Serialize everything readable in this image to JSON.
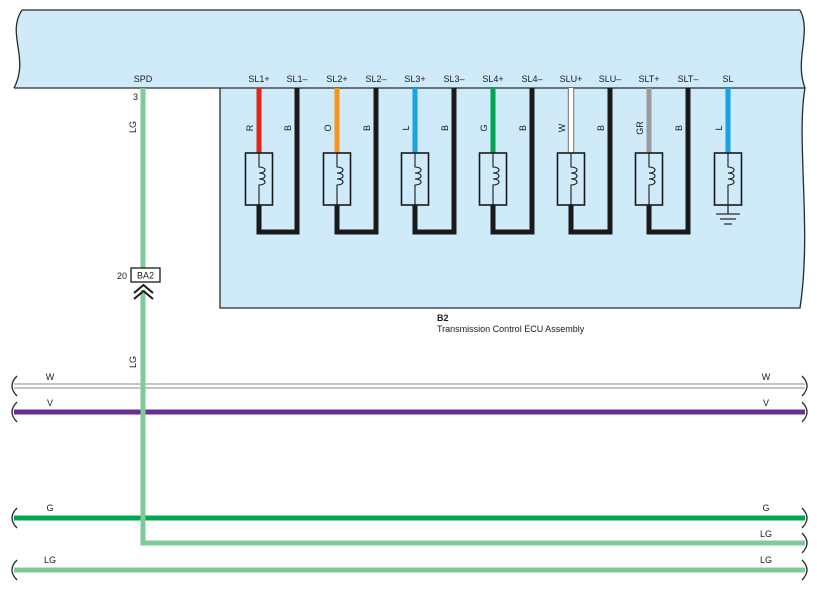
{
  "panel_color": "#cfeaf8",
  "minus_wire_color": "#1a1a1a",
  "wire_outline": "#8c8c8c",
  "ecu": {
    "id": "B2",
    "name": "Transmission Control ECU Assembly"
  },
  "spd": {
    "terminal": "SPD",
    "pin": "3",
    "wire_code": "LG",
    "wire_color": "#80c99b"
  },
  "connector": {
    "id": "BA2",
    "pin": "20"
  },
  "solenoids": [
    {
      "plus_terminal": "SL1+",
      "minus_terminal": "SL1–",
      "plus_code": "R",
      "minus_code": "B",
      "plus_color": "#e2231a"
    },
    {
      "plus_terminal": "SL2+",
      "minus_terminal": "SL2–",
      "plus_code": "O",
      "minus_code": "B",
      "plus_color": "#f7941d"
    },
    {
      "plus_terminal": "SL3+",
      "minus_terminal": "SL3–",
      "plus_code": "L",
      "minus_code": "B",
      "plus_color": "#1aa3e0"
    },
    {
      "plus_terminal": "SL4+",
      "minus_terminal": "SL4–",
      "plus_code": "G",
      "minus_code": "B",
      "plus_color": "#00a651"
    },
    {
      "plus_terminal": "SLU+",
      "minus_terminal": "SLU–",
      "plus_code": "W",
      "minus_code": "B",
      "plus_color": "#ffffff"
    },
    {
      "plus_terminal": "SLT+",
      "minus_terminal": "SLT–",
      "plus_code": "GR",
      "minus_code": "B",
      "plus_color": "#9b9b9b"
    }
  ],
  "sl": {
    "terminal": "SL",
    "code": "L",
    "color": "#1aa3e0"
  },
  "buses": [
    {
      "code": "W",
      "color": "#ffffff"
    },
    {
      "code": "V",
      "color": "#6a2f8e"
    },
    {
      "code": "G",
      "color": "#00a651"
    },
    {
      "code": "LG",
      "color": "#80c99b"
    }
  ]
}
